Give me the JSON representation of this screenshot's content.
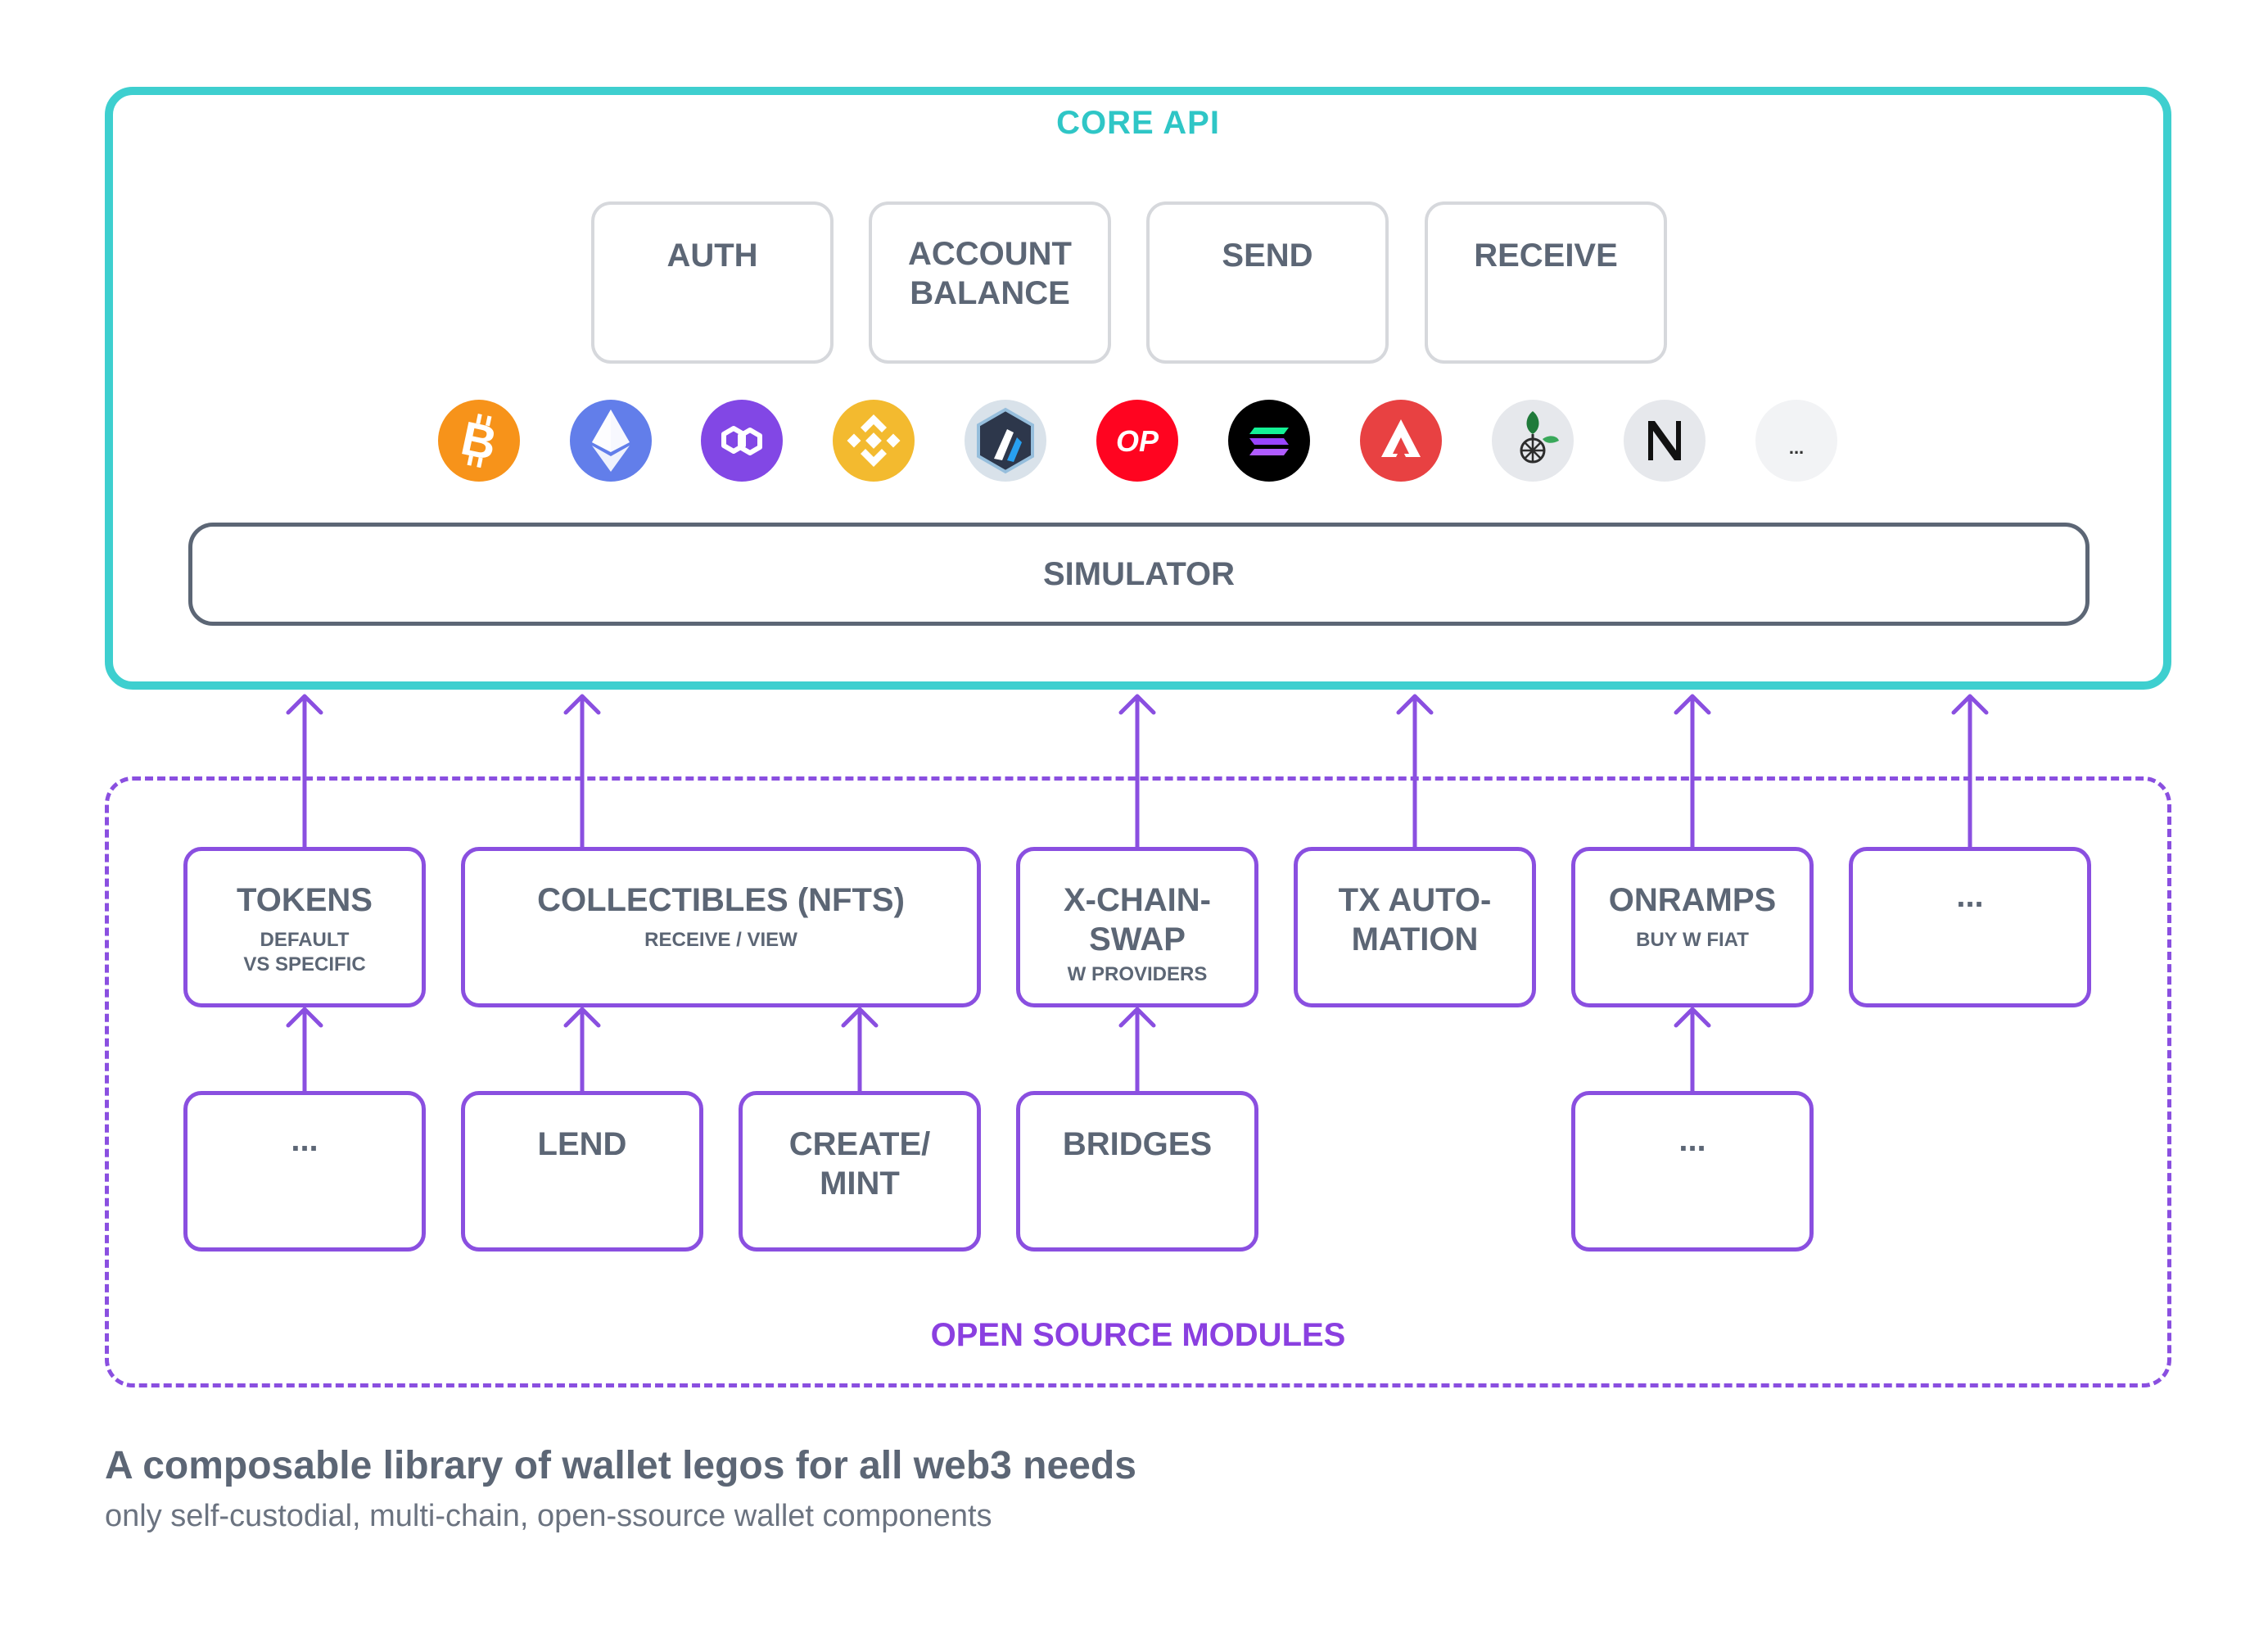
{
  "core": {
    "title": "CORE API",
    "boxes": [
      "AUTH",
      "ACCOUNT BALANCE",
      "SEND",
      "RECEIVE"
    ],
    "simulator": "SIMULATOR",
    "chains": [
      {
        "icon": "bitcoin-icon",
        "color": "#f7931a"
      },
      {
        "icon": "ethereum-icon",
        "color": "#627eea"
      },
      {
        "icon": "polygon-icon",
        "color": "#8247e5"
      },
      {
        "icon": "bnb-icon",
        "color": "#f3ba2f"
      },
      {
        "icon": "arbitrum-icon",
        "color": "#2d374b"
      },
      {
        "icon": "optimism-icon",
        "color": "#ff0420",
        "label": "OP"
      },
      {
        "icon": "solana-icon",
        "color": "#000000"
      },
      {
        "icon": "avalanche-icon",
        "color": "#e84142"
      },
      {
        "icon": "celo-tree-icon",
        "color": "#e6e8ec"
      },
      {
        "icon": "near-icon",
        "color": "#e6e8ec"
      },
      {
        "icon": "more-chains-icon",
        "color": "#f2f3f5",
        "label": "..."
      }
    ]
  },
  "modules": {
    "title": "OPEN SOURCE MODULES",
    "top": [
      {
        "main": "TOKENS",
        "sub": "DEFAULT\nVS SPECIFIC"
      },
      {
        "main": "COLLECTIBLES (NFTS)",
        "sub": "RECEIVE / VIEW"
      },
      {
        "main": "X-CHAIN-\nSWAP",
        "sub": "W PROVIDERS"
      },
      {
        "main": "TX AUTO-\nMATION",
        "sub": ""
      },
      {
        "main": "ONRAMPS",
        "sub": "BUY W FIAT"
      },
      {
        "main": "...",
        "sub": ""
      }
    ],
    "bottom": [
      {
        "main": "..."
      },
      {
        "main": "LEND"
      },
      {
        "main": "CREATE/\nMINT"
      },
      {
        "main": "BRIDGES"
      },
      {
        "main": "..."
      }
    ]
  },
  "caption": {
    "title": "A composable library of wallet legos for all web3 needs",
    "subtitle": "only self-custodial, multi-chain, open-ssource wallet components"
  }
}
